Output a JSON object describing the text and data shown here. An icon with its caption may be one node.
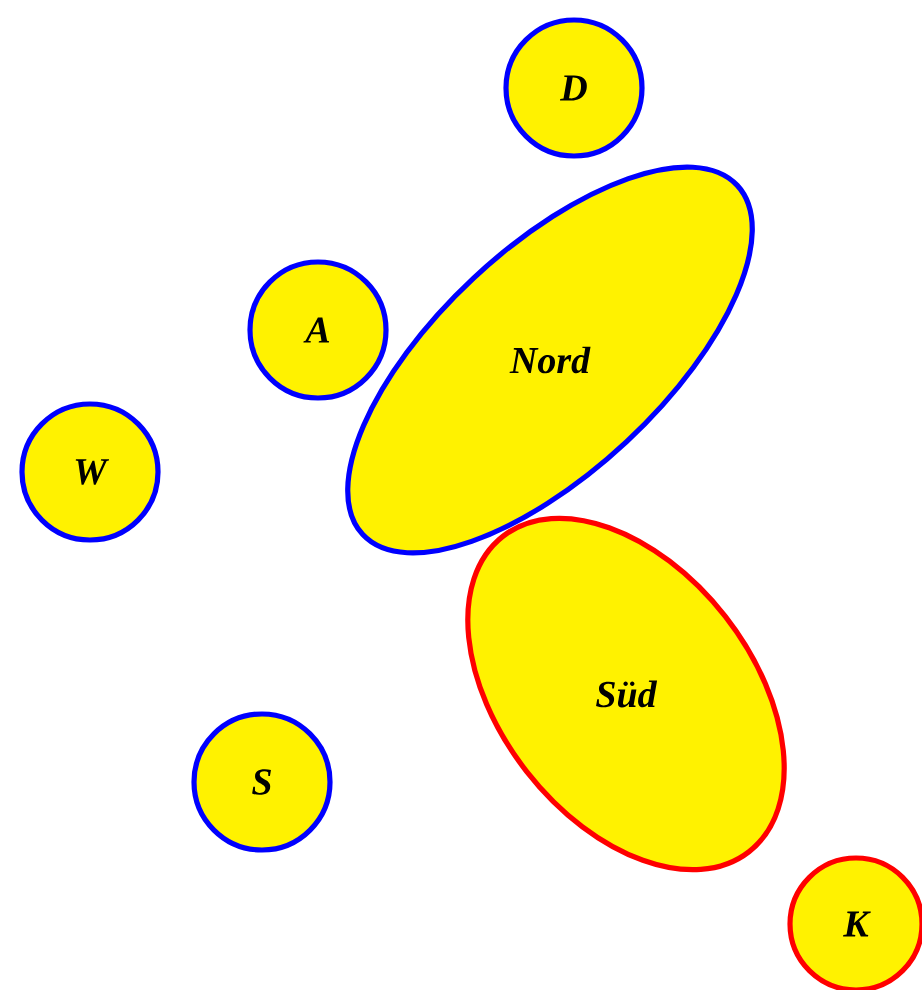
{
  "diagram": {
    "nodes": [
      {
        "text": [
          "D"
        ]
      },
      {
        "text": [
          "A"
        ]
      },
      {
        "text": [
          "Nord"
        ]
      },
      {
        "text": [
          "W"
        ]
      },
      {
        "text": [
          "Süd"
        ]
      },
      {
        "text": [
          "S"
        ]
      },
      {
        "text": [
          "K"
        ]
      }
    ]
  }
}
